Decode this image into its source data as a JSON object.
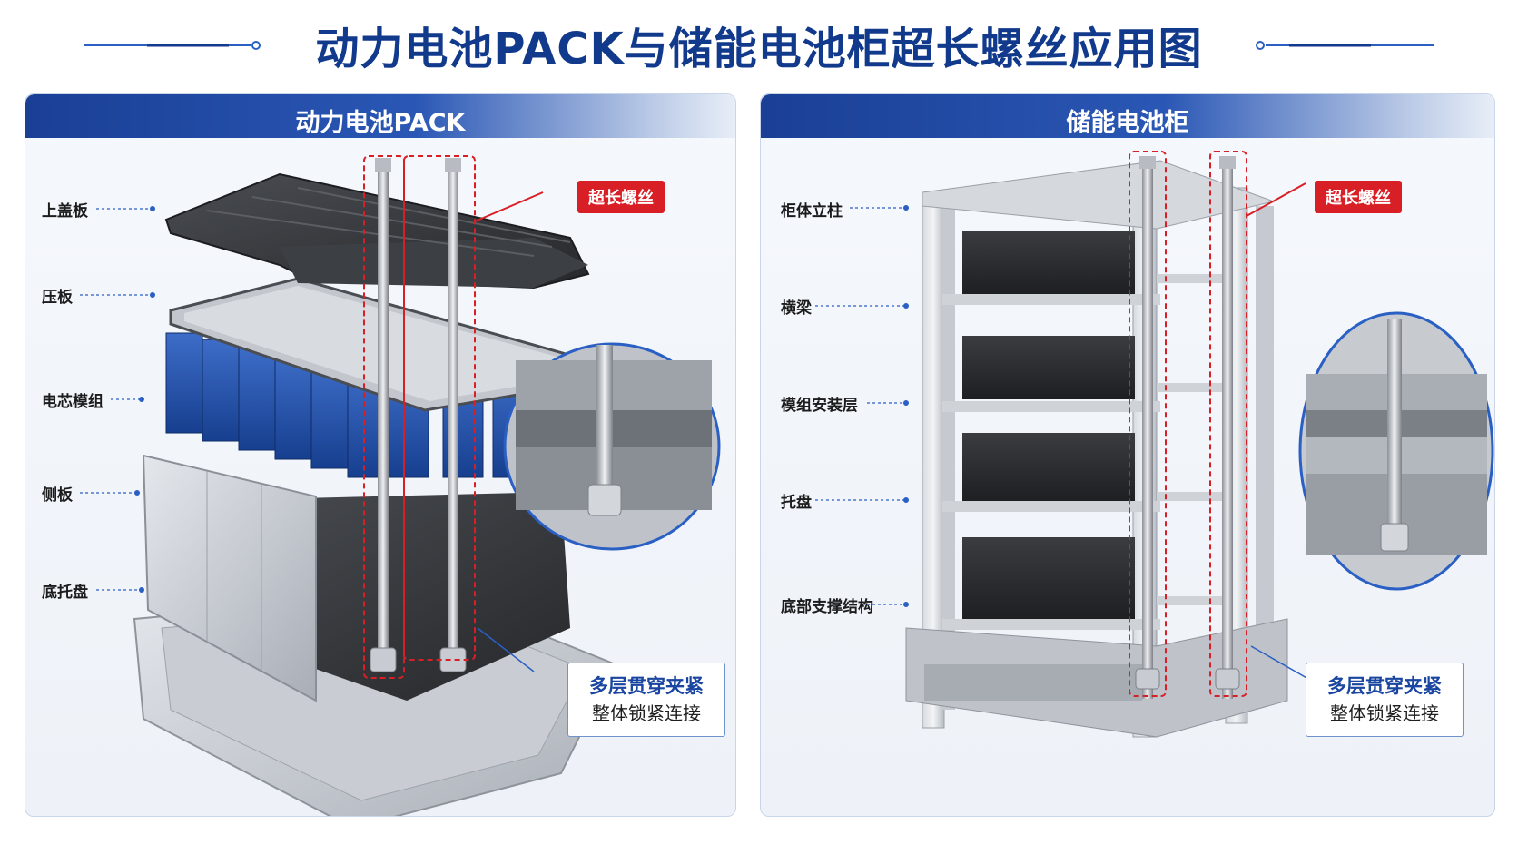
{
  "title": "动力电池PACK与储能电池柜超长螺丝应用图",
  "colors": {
    "title": "#123a8c",
    "header_start": "#1a3f95",
    "highlight_red": "#d81f26",
    "callout_blue": "#2a5fc4",
    "cell_blue": "#1f4fa8"
  },
  "left_panel": {
    "header": "动力电池PACK",
    "labels": [
      "上盖板",
      "压板",
      "电芯模组",
      "侧板",
      "底托盘"
    ],
    "tag": "超长螺丝",
    "info_line1": "多层贯穿夹紧",
    "info_line2": "整体锁紧连接"
  },
  "right_panel": {
    "header": "储能电池柜",
    "labels": [
      "柜体立柱",
      "横梁",
      "模组安装层",
      "托盘",
      "底部支撑结构"
    ],
    "tag": "超长螺丝",
    "info_line1": "多层贯穿夹紧",
    "info_line2": "整体锁紧连接"
  }
}
